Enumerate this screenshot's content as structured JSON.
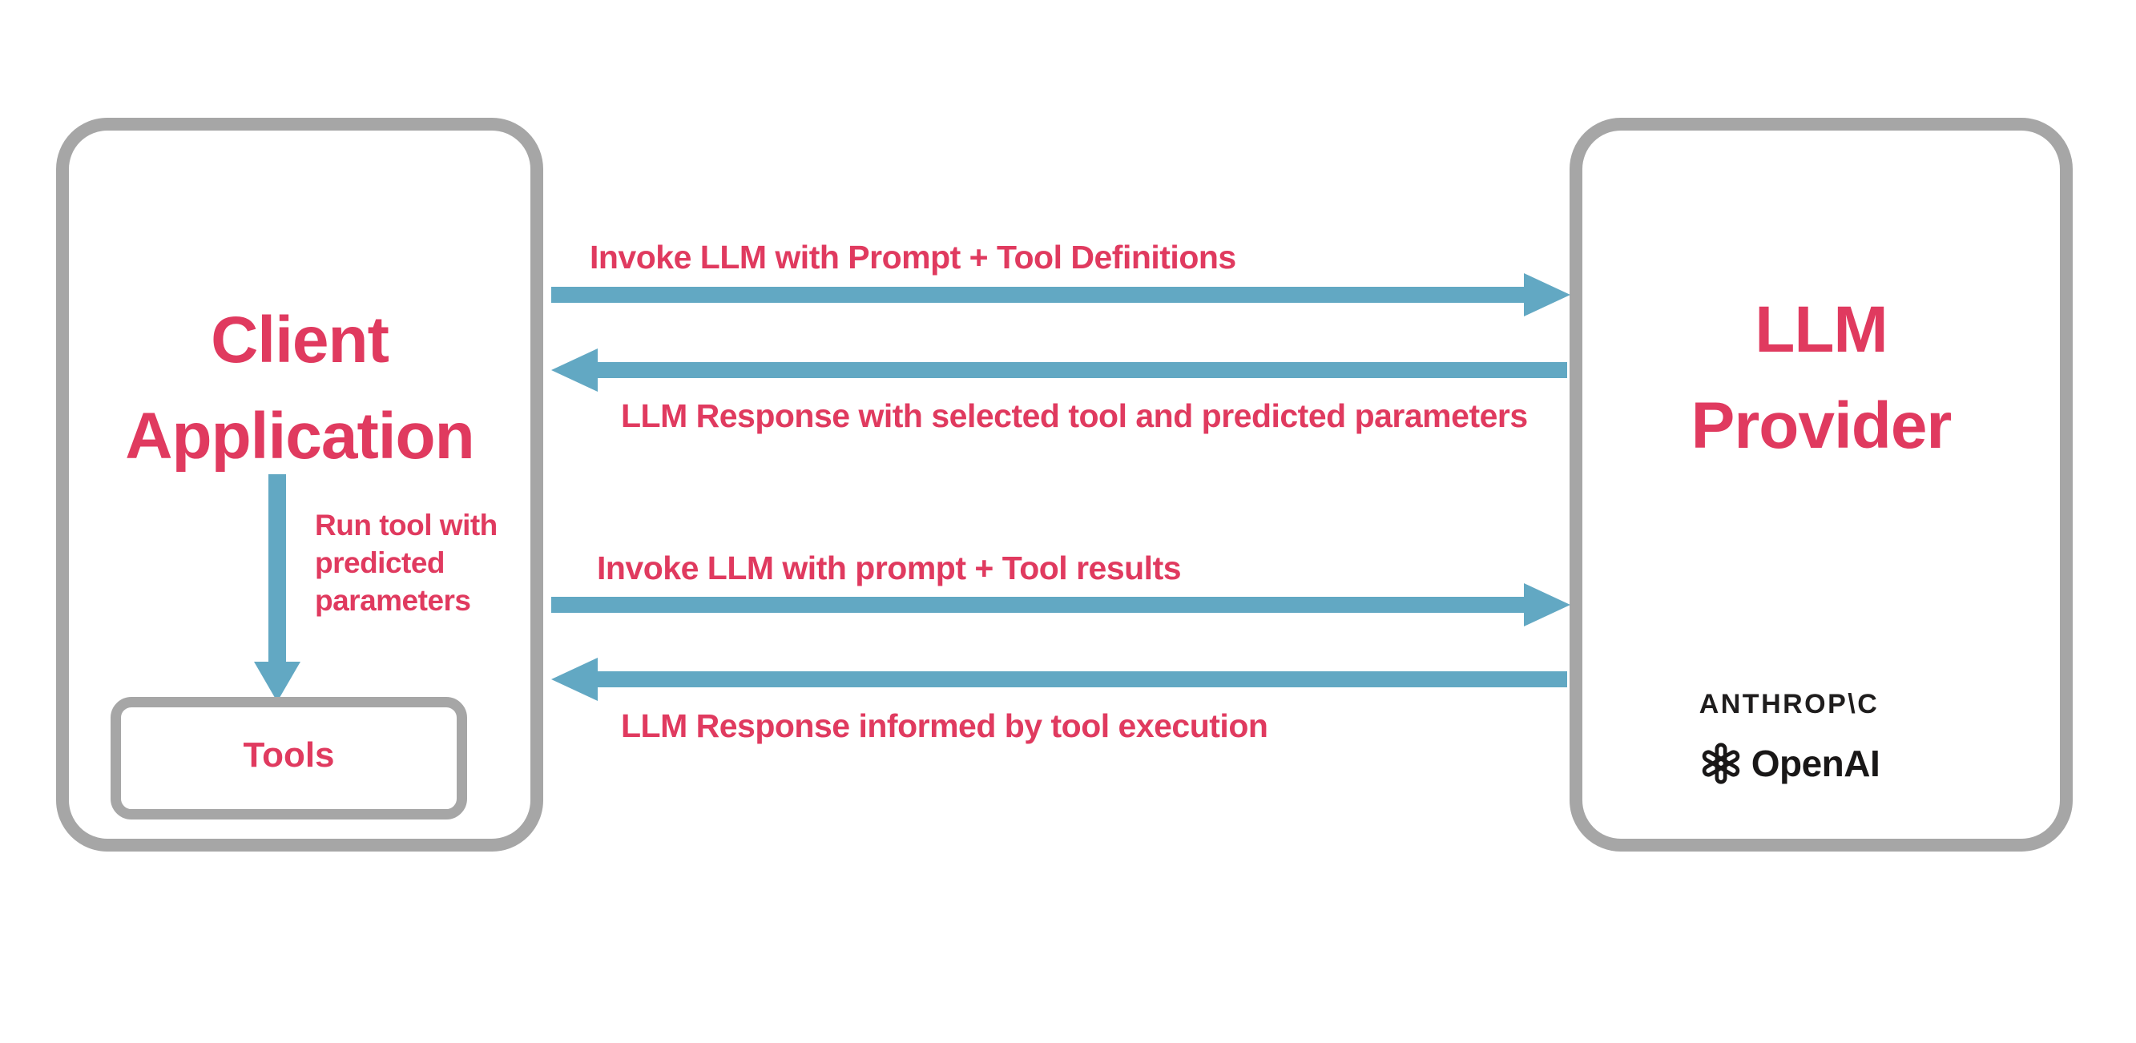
{
  "colors": {
    "accent_pink": "#E03A5F",
    "arrow_blue": "#62A8C3",
    "border_gray": "#A6A6A6",
    "logo_black": "#1F1D1D"
  },
  "client_box": {
    "title_lines": [
      "Client",
      "Application"
    ],
    "run_tool_note_lines": [
      "Run tool with",
      "predicted",
      "parameters"
    ],
    "tools_label": "Tools"
  },
  "llm_box": {
    "title_lines": [
      "LLM",
      "Provider"
    ],
    "providers": {
      "anthropic_label": "ANTHROP\\C",
      "openai_label": "OpenAI"
    }
  },
  "flows": [
    {
      "label": "Invoke LLM with Prompt + Tool Definitions",
      "direction": "right",
      "from": "Client Application",
      "to": "LLM Provider"
    },
    {
      "label": "LLM Response with selected tool and predicted parameters",
      "direction": "left",
      "from": "LLM Provider",
      "to": "Client Application"
    },
    {
      "label": "Invoke LLM with prompt + Tool results",
      "direction": "right",
      "from": "Client Application",
      "to": "LLM Provider"
    },
    {
      "label": "LLM Response informed by tool execution",
      "direction": "left",
      "from": "LLM Provider",
      "to": "Client Application"
    }
  ],
  "internal_flow": {
    "label": "Run tool with predicted parameters",
    "from": "Client Application",
    "to": "Tools"
  }
}
